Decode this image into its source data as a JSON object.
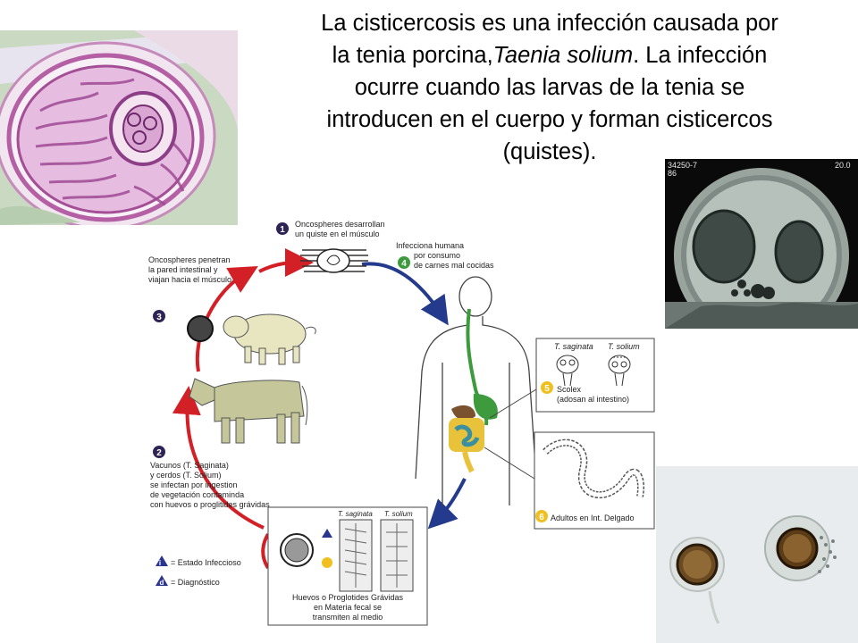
{
  "title": {
    "line1": "La cisticercosis es una infección causada por",
    "line2_a": "la tenia porcina,",
    "line2_species": "Taenia solium",
    "line2_b": ". La infección",
    "line3": "ocurre cuando las larvas de la tenia se",
    "line4": "introducen en el cuerpo y forman cisticercos",
    "line5": "(quistes)."
  },
  "mri_labels": {
    "top_left": "34250-7",
    "sub_left": "86",
    "top_right": "20.0"
  },
  "diagram": {
    "steps": [
      {
        "num": "1",
        "text": [
          "Oncospheres desarrollan",
          "un quiste en el músculo"
        ]
      },
      {
        "num": "2",
        "text": [
          "Vacunos (T. Saginata)",
          "y cerdos (T. Solium)",
          "se infectan por ingestion",
          "de vegetación contamindа",
          "con huevos o proglitides grávidas"
        ]
      },
      {
        "num": "3",
        "text": [
          "Oncospheres penetran",
          "la pared intestinal y",
          "viajan hacia el músculo"
        ]
      },
      {
        "num": "4",
        "text": [
          "Infecciona humana",
          "por consumo",
          "de carnes mal cocidas"
        ]
      },
      {
        "num": "5",
        "text": [
          "Scolex",
          "(adosan al intestino)"
        ]
      },
      {
        "num": "6",
        "text": [
          "Adultos en Int. Delgado"
        ]
      }
    ],
    "species": {
      "saginata": "T. saginata",
      "solium": "T. solium"
    },
    "eggs_box": [
      "Huevos o Proglotides Grávidas",
      "en Materia fecal se",
      "transmiten al medio"
    ],
    "legend": [
      {
        "symbol": "i",
        "text": "= Estado Infeccioso"
      },
      {
        "symbol": "d",
        "text": "= Diagnóstico"
      }
    ],
    "colors": {
      "infective": "#2a3590",
      "diagnostic": "#2a3590",
      "step_badge": "#2e2356",
      "human_step": "#3d9a3d",
      "red_arrow": "#d32027",
      "blue_arrow": "#243a8c",
      "egg_badge": "#f0c020"
    }
  }
}
